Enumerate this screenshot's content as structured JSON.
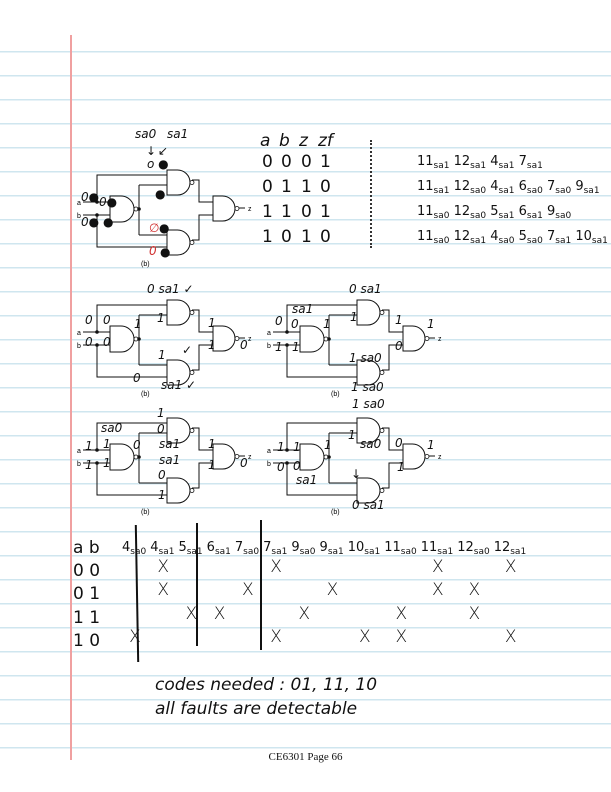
{
  "footer": "CE6301 Page 66",
  "gate_labels": {
    "a": "a",
    "b": "b",
    "z": "z",
    "fig": "(b)"
  },
  "circuit1": {
    "sa0": "sa0",
    "sa1": "sa1",
    "arrow0": "↓",
    "arrow1": "↙",
    "top_dots": "o ●",
    "a_dots": "0●",
    "ga_dots": "0●",
    "b_dots": "0●",
    "gb_dot": "●",
    "top_lower_dot": "●",
    "bottom_upper": "∅",
    "bottom_upper_dot": "●",
    "bottom_lower": "0",
    "bottom_lower_dot": "●"
  },
  "circuits": [
    {
      "annotations": [
        "0 sa1 ✓",
        "0",
        "0",
        "0",
        "0",
        "1",
        "1",
        "1",
        "✓",
        "1",
        "1",
        "0",
        "0",
        "sa1 ✓"
      ]
    },
    {
      "annotations": [
        "0 sa1",
        "0",
        "sa1",
        "0",
        "1",
        "1",
        "1",
        "1",
        "1 sa0",
        "1",
        "0",
        "1",
        "1 sa0"
      ]
    },
    {
      "annotations": [
        "1",
        "sa0",
        "1",
        "1",
        "1",
        "1",
        "0",
        "0",
        "sa1",
        "sa1",
        "0",
        "1",
        "1",
        "1",
        "0"
      ]
    },
    {
      "annotations": [
        "1 sa0",
        "1",
        "1",
        "0",
        "0",
        "sa1",
        "1",
        "1",
        "sa0",
        "↓",
        "0",
        "1",
        "1",
        "0 sa1"
      ]
    }
  ],
  "truth_table": {
    "headers": [
      "a",
      "b",
      "z",
      "zf"
    ],
    "rows": [
      {
        "a": "0",
        "b": "0",
        "z": "0",
        "zf": "1",
        "faults": [
          {
            "n": "11",
            "s": "sa1"
          },
          {
            "n": "12",
            "s": "sa1"
          },
          {
            "n": "4",
            "s": "sa1"
          },
          {
            "n": "7",
            "s": "sa1"
          }
        ]
      },
      {
        "a": "0",
        "b": "1",
        "z": "1",
        "zf": "0",
        "faults": [
          {
            "n": "11",
            "s": "sa1"
          },
          {
            "n": "12",
            "s": "sa0"
          },
          {
            "n": "4",
            "s": "sa1"
          },
          {
            "n": "6",
            "s": "sa0"
          },
          {
            "n": "7",
            "s": "sa0"
          },
          {
            "n": "9",
            "s": "sa1"
          }
        ]
      },
      {
        "a": "1",
        "b": "1",
        "z": "0",
        "zf": "1",
        "faults": [
          {
            "n": "11",
            "s": "sa0"
          },
          {
            "n": "12",
            "s": "sa0"
          },
          {
            "n": "5",
            "s": "sa1"
          },
          {
            "n": "6",
            "s": "sa1"
          },
          {
            "n": "9",
            "s": "sa0"
          }
        ]
      },
      {
        "a": "1",
        "b": "0",
        "z": "1",
        "zf": "0",
        "faults": [
          {
            "n": "11",
            "s": "sa0"
          },
          {
            "n": "12",
            "s": "sa1"
          },
          {
            "n": "4",
            "s": "sa0"
          },
          {
            "n": "5",
            "s": "sa0"
          },
          {
            "n": "7",
            "s": "sa1"
          },
          {
            "n": "10",
            "s": "sa1"
          }
        ]
      }
    ]
  },
  "fault_table": {
    "input_header": "a b",
    "columns": [
      {
        "n": "4",
        "s": "sa0"
      },
      {
        "n": "4",
        "s": "sa1"
      },
      {
        "n": "5",
        "s": "sa1"
      },
      {
        "n": "6",
        "s": "sa1"
      },
      {
        "n": "7",
        "s": "sa0"
      },
      {
        "n": "7",
        "s": "sa1"
      },
      {
        "n": "9",
        "s": "sa0"
      },
      {
        "n": "9",
        "s": "sa1"
      },
      {
        "n": "10",
        "s": "sa1"
      },
      {
        "n": "11",
        "s": "sa0"
      },
      {
        "n": "11",
        "s": "sa1"
      },
      {
        "n": "12",
        "s": "sa0"
      },
      {
        "n": "12",
        "s": "sa1"
      }
    ],
    "rows": [
      {
        "input": "0 0",
        "cells": [
          "",
          "X",
          "",
          "",
          "",
          "X",
          "",
          "",
          "",
          "",
          "X",
          "",
          "X"
        ]
      },
      {
        "input": "0 1",
        "cells": [
          "",
          "X",
          "",
          "",
          "X",
          "",
          "",
          "X",
          "",
          "",
          "X",
          "X",
          ""
        ]
      },
      {
        "input": "1 1",
        "cells": [
          "",
          "",
          "X",
          "X",
          "",
          "",
          "X",
          "",
          "",
          "X",
          "",
          "X",
          ""
        ]
      },
      {
        "input": "1 0",
        "cells": [
          "X",
          "",
          "",
          "",
          "",
          "X",
          "",
          "",
          "X",
          "X",
          "",
          "",
          "X"
        ]
      }
    ]
  },
  "notes": {
    "codes_needed": "codes needed : 01, 11, 10",
    "conclusion": "all faults are detectable"
  }
}
